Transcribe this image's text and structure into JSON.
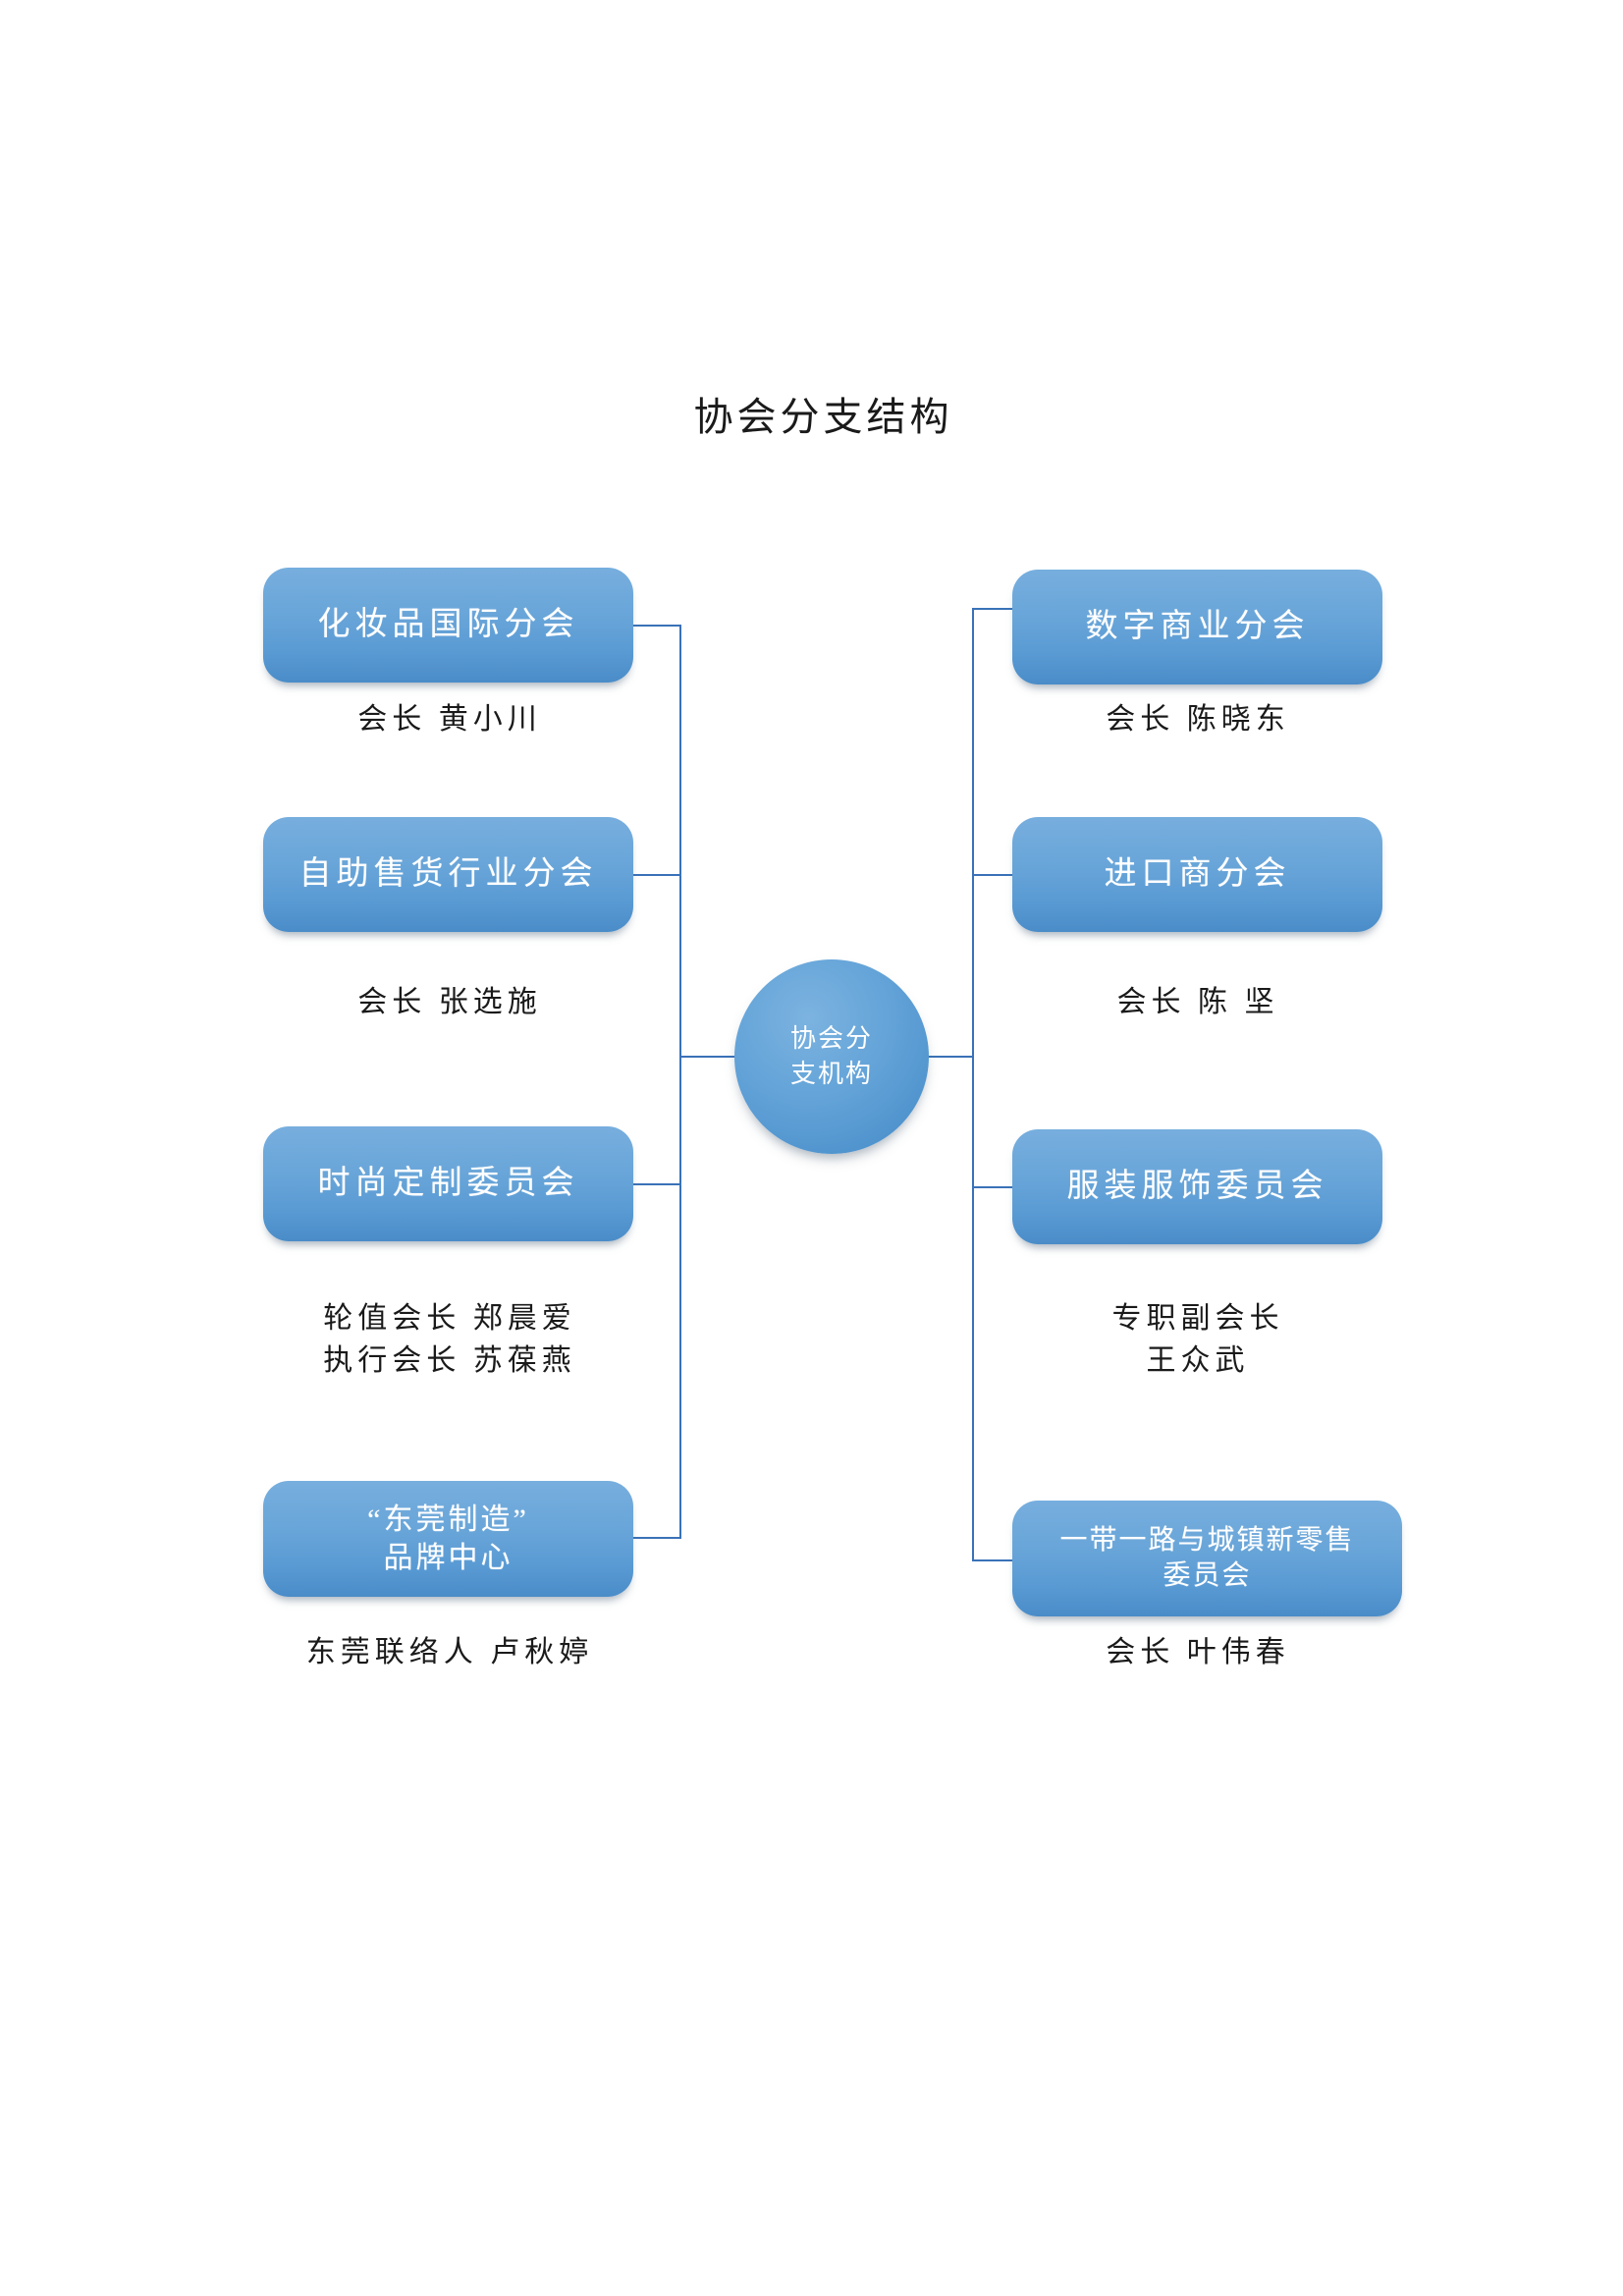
{
  "title": "协会分支结构",
  "center": {
    "name": "center-node",
    "lines": [
      "协会分",
      "支机构"
    ]
  },
  "colors": {
    "node_fill": "#5a9bd4",
    "node_fill_light": "#77aede",
    "connector": "#3a72b8",
    "node_text": "#ffffff",
    "caption_text": "#1a1a1a",
    "page_background": "#ffffff"
  },
  "left_branches": [
    {
      "id": "cosmetics-international",
      "lines": [
        "化妆品国际分会"
      ],
      "caption": [
        "会长  黄小川"
      ]
    },
    {
      "id": "self-service-vending",
      "lines": [
        "自助售货行业分会"
      ],
      "caption": [
        "会长  张选施"
      ]
    },
    {
      "id": "fashion-customization",
      "lines": [
        "时尚定制委员会"
      ],
      "caption": [
        "轮值会长  郑晨爱",
        "执行会长  苏葆燕"
      ]
    },
    {
      "id": "dongguan-manufacturing-brand-center",
      "lines": [
        "“东莞制造”",
        "品牌中心"
      ],
      "caption": [
        "东莞联络人  卢秋婷"
      ]
    }
  ],
  "right_branches": [
    {
      "id": "digital-commerce",
      "lines": [
        "数字商业分会"
      ],
      "caption": [
        "会长  陈晓东"
      ]
    },
    {
      "id": "importers",
      "lines": [
        "进口商分会"
      ],
      "caption": [
        "会长  陈  坚"
      ]
    },
    {
      "id": "apparel-and-accessories",
      "lines": [
        "服装服饰委员会"
      ],
      "caption": [
        "专职副会长",
        "王众武"
      ]
    },
    {
      "id": "belt-road-town-new-retail",
      "lines": [
        "一带一路与城镇新零售",
        "委员会"
      ],
      "caption": [
        "会长  叶伟春"
      ]
    }
  ]
}
